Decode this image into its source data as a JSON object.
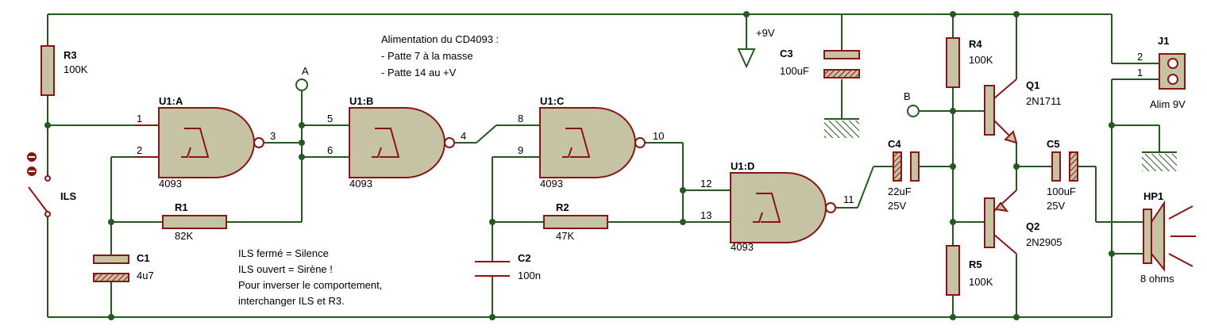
{
  "notes": {
    "power_title": "Alimentation du CD4093 :",
    "power_line1": "- Patte 7 à la masse",
    "power_line2": "- Patte 14 au +V",
    "behavior_line1": "ILS fermé = Silence",
    "behavior_line2": "ILS ouvert = Sirène !",
    "behavior_line3": "Pour inverser le comportement,",
    "behavior_line4": "interchanger ILS et R3."
  },
  "power": {
    "vplus": "+9V"
  },
  "gates": [
    {
      "ref": "U1:A",
      "part": "4093",
      "pins": [
        "1",
        "2",
        "3"
      ]
    },
    {
      "ref": "U1:B",
      "part": "4093",
      "pins": [
        "5",
        "6",
        "4"
      ]
    },
    {
      "ref": "U1:C",
      "part": "4093",
      "pins": [
        "8",
        "9",
        "10"
      ]
    },
    {
      "ref": "U1:D",
      "part": "4093",
      "pins": [
        "12",
        "13",
        "11"
      ]
    }
  ],
  "resistors": {
    "r1": {
      "ref": "R1",
      "value": "82K"
    },
    "r2": {
      "ref": "R2",
      "value": "47K"
    },
    "r3": {
      "ref": "R3",
      "value": "100K"
    },
    "r4": {
      "ref": "R4",
      "value": "100K"
    },
    "r5": {
      "ref": "R5",
      "value": "100K"
    }
  },
  "capacitors": {
    "c1": {
      "ref": "C1",
      "value": "4u7"
    },
    "c2": {
      "ref": "C2",
      "value": "100n"
    },
    "c3": {
      "ref": "C3",
      "value": "100uF"
    },
    "c4": {
      "ref": "C4",
      "value": "22uF",
      "voltage": "25V"
    },
    "c5": {
      "ref": "C5",
      "value": "100uF",
      "voltage": "25V"
    }
  },
  "transistors": {
    "q1": {
      "ref": "Q1",
      "part": "2N1711"
    },
    "q2": {
      "ref": "Q2",
      "part": "2N2905"
    }
  },
  "switch": {
    "ref": "ILS"
  },
  "connector": {
    "ref": "J1",
    "label": "Alim 9V",
    "pin1": "1",
    "pin2": "2"
  },
  "speaker": {
    "ref": "HP1",
    "value": "8 ohms"
  },
  "testpoints": {
    "a": "A",
    "b": "B"
  }
}
